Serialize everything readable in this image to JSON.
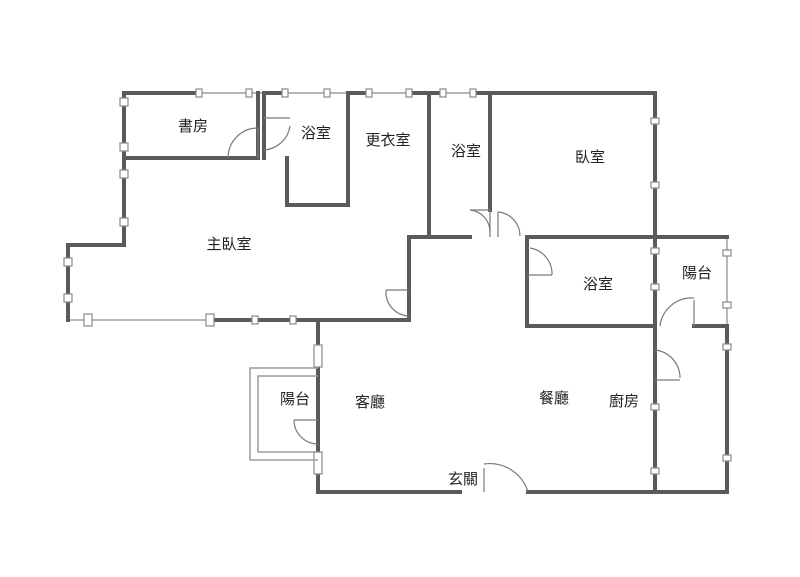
{
  "rooms": {
    "study": "書房",
    "bath1": "浴室",
    "dressing": "更衣室",
    "bath2": "浴室",
    "bedroom": "臥室",
    "master": "主臥室",
    "bath3": "浴室",
    "balcony_right": "陽台",
    "balcony_left": "陽台",
    "living": "客廳",
    "dining": "餐廳",
    "kitchen": "廚房",
    "entrance": "玄關"
  }
}
